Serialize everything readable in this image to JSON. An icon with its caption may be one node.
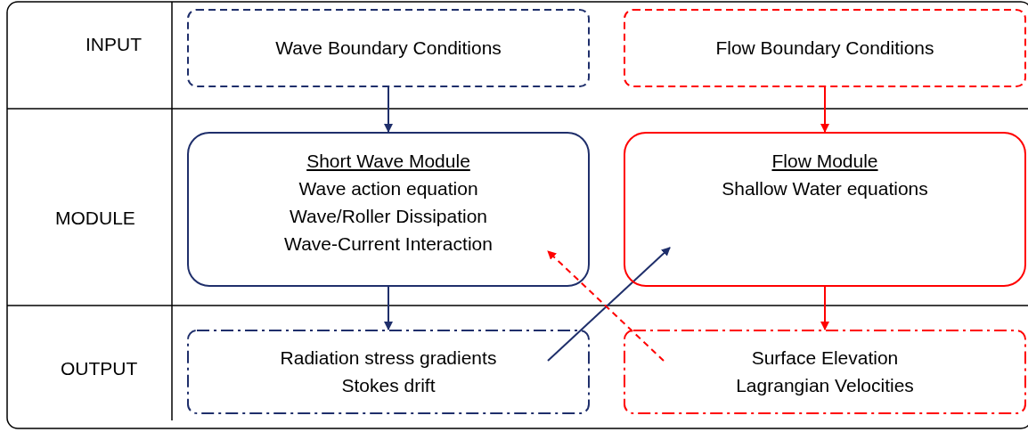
{
  "diagram": {
    "nodes": [
      {
        "text": [
          "Wave Boundary Conditions"
        ]
      },
      {
        "text": [
          "Flow Boundary Conditions"
        ]
      },
      {
        "text": [
          "Short Wave Module",
          "Wave action equation",
          "Wave/Roller Dissipation",
          "Wave-Current Interaction"
        ]
      },
      {
        "text": [
          "Flow Module",
          "Shallow Water equations"
        ]
      },
      {
        "text": [
          "Radiation stress gradients",
          "Stokes drift"
        ]
      },
      {
        "text": [
          "Surface Elevation",
          "Lagrangian Velocities"
        ]
      }
    ],
    "edges": [
      {
        "from": 0,
        "to": 2,
        "arrow": "to"
      },
      {
        "from": 1,
        "to": 3,
        "arrow": "to",
        "color": "#ff0000"
      },
      {
        "from": 2,
        "to": 4,
        "arrow": "to"
      },
      {
        "from": 3,
        "to": 5,
        "arrow": "to",
        "color": "#ff0000"
      },
      {
        "from": 4,
        "to": 3,
        "arrow": "to"
      },
      {
        "from": 5,
        "to": 2,
        "arrow": "to",
        "style": "dashed",
        "color": "#ff0000"
      }
    ],
    "labels": [
      "INPUT",
      "MODULE",
      "OUTPUT"
    ]
  }
}
